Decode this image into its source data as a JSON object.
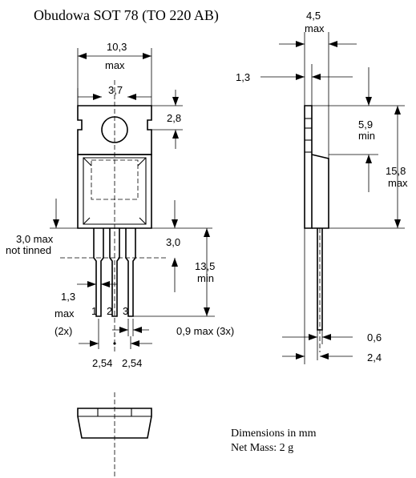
{
  "title": "Obudowa SOT 78 (TO 220 AB)",
  "notes": {
    "units": "Dimensions in mm",
    "mass": "Net Mass: 2 g"
  },
  "front_view": {
    "body_width": {
      "value": "10,3",
      "suffix": "max"
    },
    "hole_spacing": "3,7",
    "tab_height": "2,8",
    "not_tinned": {
      "value": "3,0 max",
      "note": "not tinned"
    },
    "lead_start": "3,0",
    "lead_length": {
      "value": "13,5",
      "suffix": "min"
    },
    "lead_width": {
      "value": "1,3",
      "suffix": "max",
      "count": "(2x)"
    },
    "pin_labels": [
      "1",
      "2",
      "3"
    ],
    "lead_thickness": "0,9 max (3x)",
    "pitch_left": "2,54",
    "pitch_right": "2,54"
  },
  "side_view": {
    "overall_thickness": {
      "value": "4,5",
      "suffix": "max"
    },
    "tab_thickness": "1,3",
    "tab_length": {
      "value": "5,9",
      "suffix": "min"
    },
    "body_height": {
      "value": "15,8",
      "suffix": "max"
    },
    "lead_thickness": "0,6",
    "lead_offset": "2,4"
  }
}
